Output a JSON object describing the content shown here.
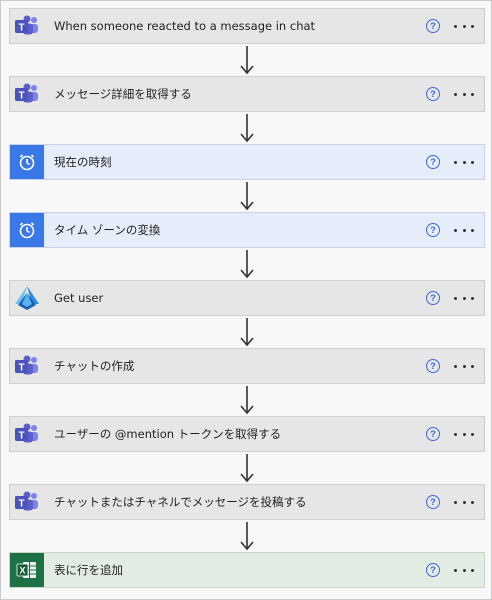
{
  "flow": {
    "steps": [
      {
        "title": "When someone reacted to a message in chat",
        "icon": "teams-icon"
      },
      {
        "title": "メッセージ詳細を取得する",
        "icon": "teams-icon"
      },
      {
        "title": "現在の時刻",
        "icon": "clock-icon"
      },
      {
        "title": "タイム ゾーンの変換",
        "icon": "clock-icon"
      },
      {
        "title": "Get user",
        "icon": "azure-ad-icon"
      },
      {
        "title": "チャットの作成",
        "icon": "teams-icon"
      },
      {
        "title": "ユーザーの @mention トークンを取得する",
        "icon": "teams-icon"
      },
      {
        "title": "チャットまたはチャネルでメッセージを投稿する",
        "icon": "teams-icon"
      },
      {
        "title": "表に行を追加",
        "icon": "excel-icon"
      }
    ],
    "help_label": "?",
    "colors": {
      "teams": "#5b5fc7",
      "clock": "#3b78e7",
      "excel": "#1d7145",
      "help": "#3b69d8"
    }
  }
}
